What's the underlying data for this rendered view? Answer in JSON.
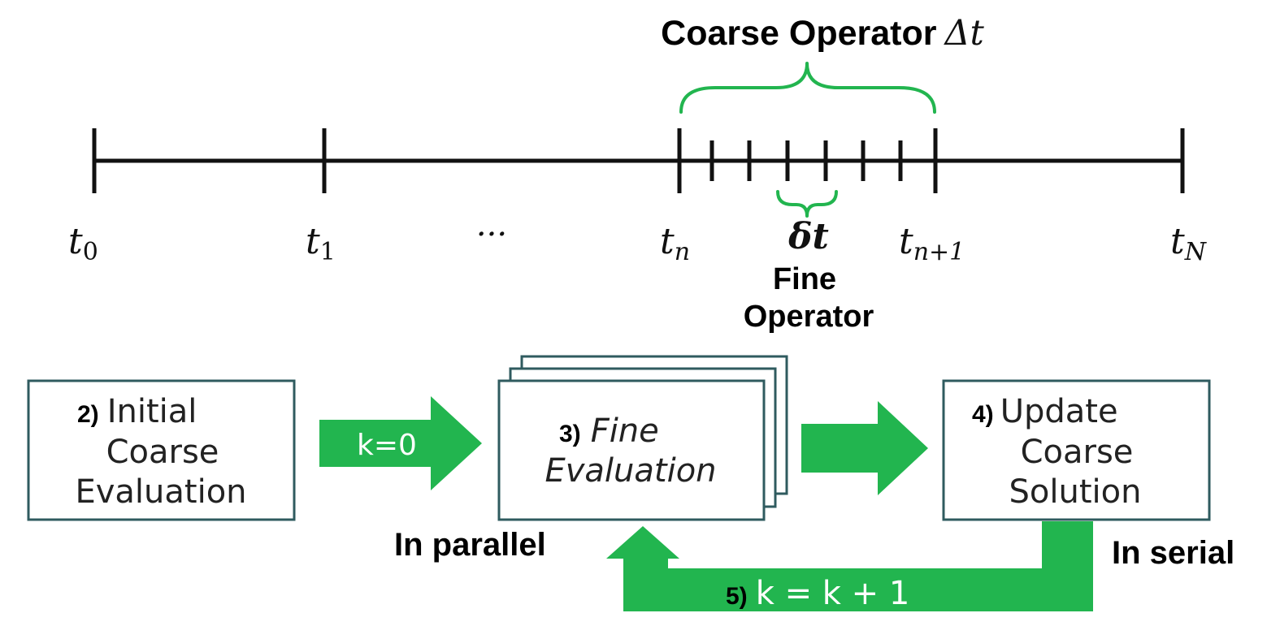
{
  "colors": {
    "accent": "#22b54f",
    "box_border": "#2f5b5f",
    "line": "#111111"
  },
  "timeline": {
    "coarse_label_text": "Coarse Operator",
    "coarse_label_math": "Δt",
    "fine_label_math": "δt",
    "fine_label_line1": "Fine",
    "fine_label_line2": "Operator",
    "ellipsis": "···",
    "points": [
      {
        "base": "t",
        "sub": "0"
      },
      {
        "base": "t",
        "sub": "1"
      },
      {
        "base": "t",
        "sub": "n"
      },
      {
        "base": "t",
        "sub": "n+1"
      },
      {
        "base": "t",
        "sub": "N"
      }
    ]
  },
  "steps": {
    "initial": {
      "num": "2)",
      "line1": "Initial",
      "line2": "Coarse",
      "line3": "Evaluation"
    },
    "fine": {
      "num": "3)",
      "line1": "Fine",
      "line2": "Evaluation"
    },
    "update": {
      "num": "4)",
      "line1": "Update",
      "line2": "Coarse",
      "line3": "Solution"
    },
    "loop": {
      "num": "5)",
      "label": "k = k + 1"
    }
  },
  "arrows": {
    "first_label": "k=0"
  },
  "annotations": {
    "parallel": "In parallel",
    "serial": "In serial"
  }
}
